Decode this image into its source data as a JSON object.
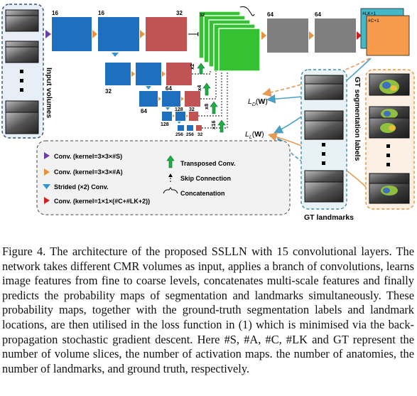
{
  "figure": {
    "side_labels": {
      "input_volumes": "Input volumes",
      "gt_segmentation_labels": "GT segmentation labels",
      "gt_landmarks": "GT landmarks"
    },
    "channel_labels": {
      "top_16a": "16",
      "top_16b": "16",
      "top_32": "32",
      "stack_32": "32",
      "top_64a": "64",
      "top_64b": "64",
      "out_lk": "#LK+1",
      "out_c": "#C+1",
      "l2_32": "32",
      "l3_64": "64",
      "l3_64b": "64",
      "l4_128a": "128",
      "l4_128b": "128",
      "l4_32": "32",
      "l5_256a": "256",
      "l5_256b": "256",
      "l5_32": "32"
    },
    "upsample_labels": [
      "x2",
      "x4",
      "x8",
      "x16"
    ],
    "losses": {
      "dice": "L_D(W)",
      "landmark": "L_L(W)"
    },
    "legend": {
      "conv_s": "Conv. (kernel=3×3×#S)",
      "conv_a": "Conv. (kernel=3×3×#A)",
      "strided": "Strided (×2) Conv.",
      "conv_1x1": "Conv. (kernel=1×1×(#C+#LK+2))",
      "transposed": "Transposed Conv.",
      "skip": "Skip Connection",
      "concat": "Concatenation"
    },
    "colors": {
      "conv_blue": "#1F6FBF",
      "conv_red": "#C05353",
      "concat_green": "#34C233",
      "gray_block": "#7F7F7F",
      "out_cyan": "#44B7C9",
      "out_orange": "#F69A4C",
      "marker_purple": "#6B3FA0",
      "marker_orange": "#E8933A",
      "marker_blue": "#2E95D3",
      "marker_red": "#D11F1F",
      "arrow_orange": "#E89A55",
      "arrow_teal": "#4A9FC4"
    }
  },
  "caption": "Figure 4.  The architecture of the proposed SSLLN with 15 convolutional layers. The network takes different CMR volumes as input, applies a branch of convolutions, learns image features from fine to coarse levels, concatenates multi-scale features and finally predicts the probability maps of segmentation and landmarks simultaneously. These probability maps, together with the ground-truth segmentation labels and landmark locations, are then utilised in the loss function in (1) which is minimised via the back-propagation stochastic gradient descent. Here #S, #A, #C, #LK and GT represent the number of volume slices, the number of activation maps. the number of anatomies, the number of landmarks, and ground truth, respectively."
}
